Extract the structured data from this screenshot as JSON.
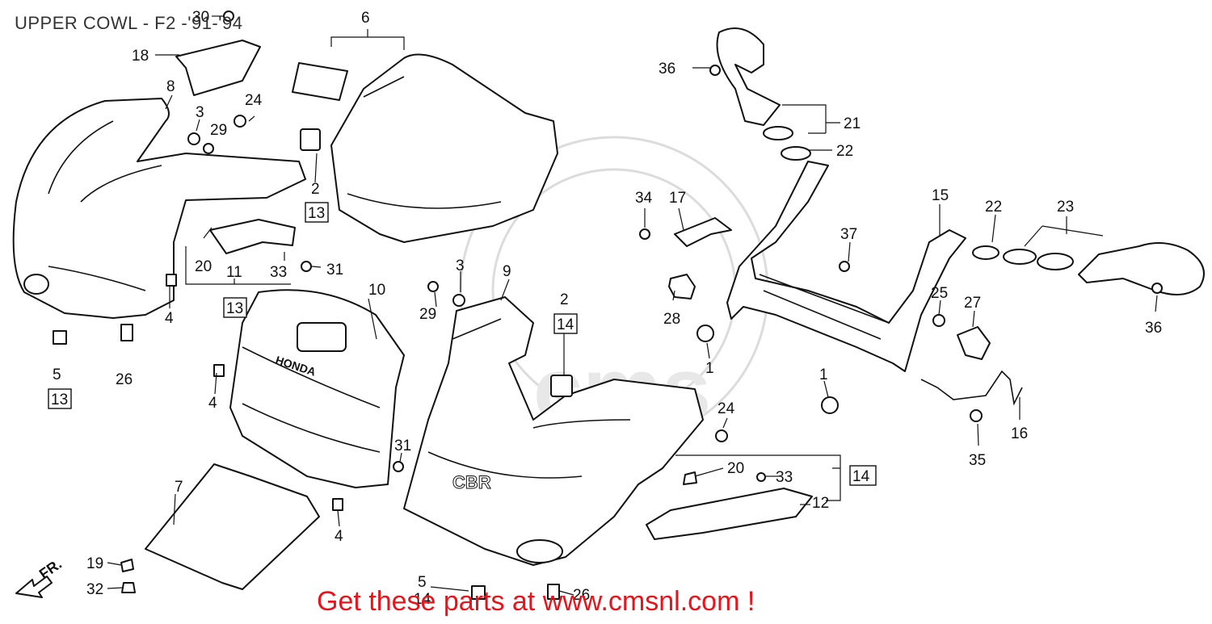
{
  "title": "UPPER COWL - F2 -'91-'94",
  "footer": "Get these parts at www.cmsnl.com !",
  "direction_label": "FR.",
  "watermark_text": "cms",
  "colors": {
    "footer": "#e8141b",
    "ink": "#111111",
    "background": "#ffffff"
  },
  "labels": {
    "l1a": "1",
    "l1b": "1",
    "l2a": "2",
    "l2b": "2",
    "l3a": "3",
    "l3b": "3",
    "l4a": "4",
    "l4b": "4",
    "l4c": "4",
    "l5a": "5",
    "l5b": "5",
    "l6": "6",
    "l7": "7",
    "l8": "8",
    "l9": "9",
    "l10": "10",
    "l11": "11",
    "l12": "12",
    "l13a": "13",
    "l13b": "13",
    "l13c": "13",
    "l14a": "14",
    "l14b": "14",
    "l15": "15",
    "l16": "16",
    "l17": "17",
    "l18": "18",
    "l19": "19",
    "l20a": "20",
    "l20b": "20",
    "l21": "21",
    "l22a": "22",
    "l22b": "22",
    "l23": "23",
    "l24a": "24",
    "l24b": "24",
    "l25": "25",
    "l26a": "26",
    "l26b": "26",
    "l27": "27",
    "l28": "28",
    "l29a": "29",
    "l29b": "29",
    "l30": "30",
    "l31a": "31",
    "l31b": "31",
    "l32": "32",
    "l33a": "33",
    "l33b": "33",
    "l34": "34",
    "l35": "35",
    "l36a": "36",
    "l36b": "36",
    "l37": "37"
  }
}
